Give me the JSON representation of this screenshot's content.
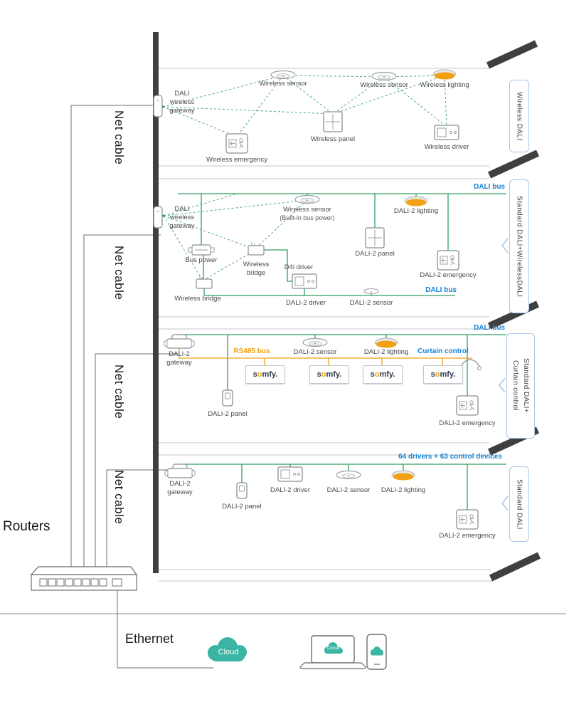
{
  "labels": {
    "routers": "Routers",
    "net_cable": "Net cable",
    "ethernet": "Ethernet",
    "cloud": "Cloud"
  },
  "brand": {
    "pre": "s",
    "o": "o",
    "post": "mfy."
  },
  "floors": {
    "f1": {
      "side": "Wireless DALI",
      "gateway": "DALI wireless gateway",
      "sensor1": "Wireless sensor",
      "sensor2": "Wireless sensor",
      "lighting": "Wireless lighting",
      "panel": "Wireless panel",
      "driver": "Wireless driver",
      "emergency": "Wireless emergency"
    },
    "f2": {
      "side": "Standard DALI+WirelessDALI",
      "dali_bus_top": "DALI bus",
      "dali_bus_bottom": "DALI bus",
      "gateway": "DALI wireless gateway",
      "sensor": "Wireless sensor",
      "sensor_sub": "(Built-in bus power)",
      "lighting": "DALI-2 lighting",
      "panel": "DALI-2 panel",
      "emergency": "DALI-2 emergency",
      "bus_power": "Bus power",
      "bridge1": "Wireless bridge",
      "bridge2": "Wireless bridge",
      "d4i": "D4i driver",
      "driver": "DALI-2 driver",
      "sensor2": "DALI-2 sensor"
    },
    "f3": {
      "side1": "Standard DALI+",
      "side2": "Curtain control",
      "dali_bus": "DALI bus",
      "gateway": "DALI-2 gateway",
      "rs485": "RS485 bus",
      "sensor": "DALI-2 sensor",
      "lighting": "DALI-2 lighting",
      "curtain": "Curtain control",
      "panel": "DALI-2 panel",
      "emergency": "DALI-2 emergency"
    },
    "f4": {
      "side": "Standard DALI",
      "devices": "64 drivers + 63 control devices",
      "gateway": "DALI-2 gateway",
      "panel": "DALI-2 panel",
      "driver": "DALI-2 driver",
      "sensor": "DALI-2 sensor",
      "lighting": "DALI-2 lighting",
      "emergency": "DALI-2 emergency"
    }
  },
  "colors": {
    "green": "#2f9e60",
    "blue": "#1483d6",
    "orange": "#f2a114",
    "teal": "#3ab5a3",
    "dark": "#3f3f3f"
  }
}
